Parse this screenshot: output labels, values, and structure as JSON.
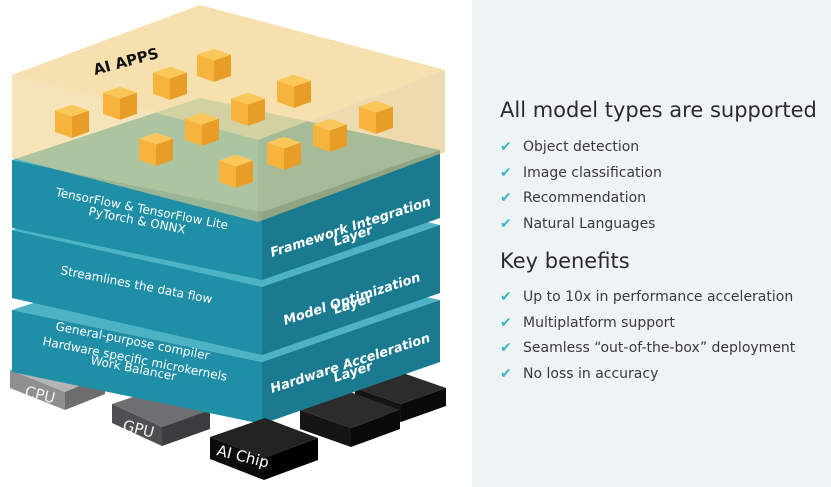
{
  "diagram": {
    "top_layer_label": "AI APPS",
    "layers": [
      {
        "title_line1": "Framework Integration",
        "title_line2": "Layer",
        "desc_lines": [
          "TensorFlow & TensorFlow Lite",
          "PyTorch & ONNX"
        ]
      },
      {
        "title_line1": "Model Optimization",
        "title_line2": "Layer",
        "desc_lines": [
          "Streamlines the data flow"
        ]
      },
      {
        "title_line1": "Hardware Acceleration",
        "title_line2": "Layer",
        "desc_lines": [
          "General-purpose compiler",
          "Hardware specific microkernels",
          "Work Balancer"
        ]
      }
    ],
    "chips": {
      "cpu": "CPU",
      "gpu": "GPU",
      "ai_chip": "AI Chip"
    },
    "colors": {
      "teal": "#1f8fa8",
      "apps_plane": "#f3d89a",
      "cube": "#f7b43d",
      "cpu": "#8c8c8c",
      "gpu": "#58585a",
      "ai_chip": "#111111"
    }
  },
  "models": {
    "heading": "All model types are supported",
    "items": [
      "Object detection",
      "Image classification",
      "Recommendation",
      "Natural Languages"
    ]
  },
  "benefits": {
    "heading": "Key benefits",
    "items": [
      "Up to 10x in performance acceleration",
      "Multiplatform support",
      "Seamless “out-of-the-box” deployment",
      "No loss in accuracy"
    ]
  },
  "check_icon": "check-icon"
}
